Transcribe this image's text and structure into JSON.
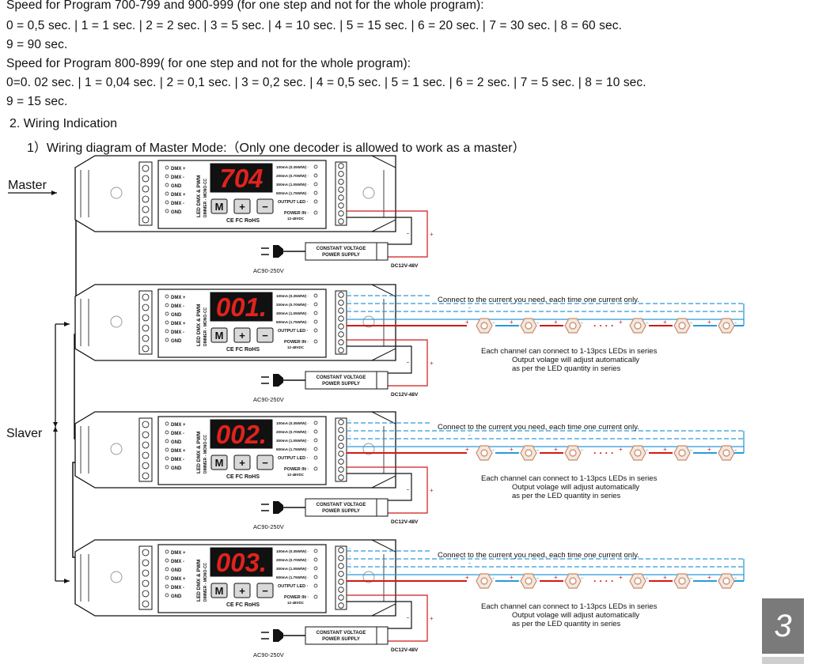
{
  "text": {
    "l1": "Speed for Program 700-799 and 900-999 (for one step and not for the whole program):",
    "l2": "0 = 0,5 sec. | 1 = 1 sec. | 2 = 2 sec. | 3 = 5 sec. | 4 = 10 sec. | 5 = 15 sec. | 6 = 20 sec. | 7 = 30 sec. | 8 = 60 sec.",
    "l3": "9 = 90 sec.",
    "l4": "Speed for Program 800-899( for one step and not for the whole program):",
    "l5": "0=0. 02 sec. | 1 = 0,04 sec. | 2 = 0,1 sec. | 3 = 0,2 sec. | 4 = 0,5 sec. | 5 = 1 sec. | 6 = 2 sec. | 7 = 5 sec. | 8 = 10 sec.",
    "l6": "9 = 15 sec."
  },
  "section": "2. Wiring Indication",
  "subsection": "1）Wiring diagram of Master Mode:（Only one decoder is allowed to work as a master）",
  "labels": {
    "master": "Master",
    "slaver": "Slaver"
  },
  "units": [
    {
      "display": "704"
    },
    {
      "display": "001."
    },
    {
      "display": "002."
    },
    {
      "display": "003."
    }
  ],
  "device": {
    "model": "LED DMX & PWM",
    "sub": "DIMMER - MONO-CC",
    "button_m": "M",
    "button_plus": "+",
    "button_minus": "−",
    "cert": "CE FC RoHS",
    "dmx_pins": [
      "DMX +",
      "DMX -",
      "GND",
      "DMX +",
      "DMX -",
      "GND"
    ],
    "currents": [
      "100mA (0.35W/W) ·",
      "200mA (0.70W/W) ·",
      "300mA (1.05W/W) ·",
      "500mA (1.75W/W) ·"
    ],
    "output_led": "OUTPUT LED",
    "power_in": "POWER IN",
    "power_in_v": "12-48VDC"
  },
  "psu": {
    "label1": "CONSTANT VOLTAGE",
    "label2": "POWER SUPPLY",
    "ac": "AC90-250V",
    "dc": "DC12V-48V"
  },
  "notes": {
    "connect": "Connect to the current you need,  each time one current only.",
    "each": "Each channel can connect to 1-13pcs LEDs in series",
    "output1": "Output volage will adjust automatically",
    "output2": "as per the LED quantity in series",
    "dots": "· · · ·"
  },
  "page_number": "3",
  "colors": {
    "red": "#d11919",
    "blue": "#2b9ad8",
    "lcd": "#e0231d",
    "led": "#c98a6a"
  }
}
